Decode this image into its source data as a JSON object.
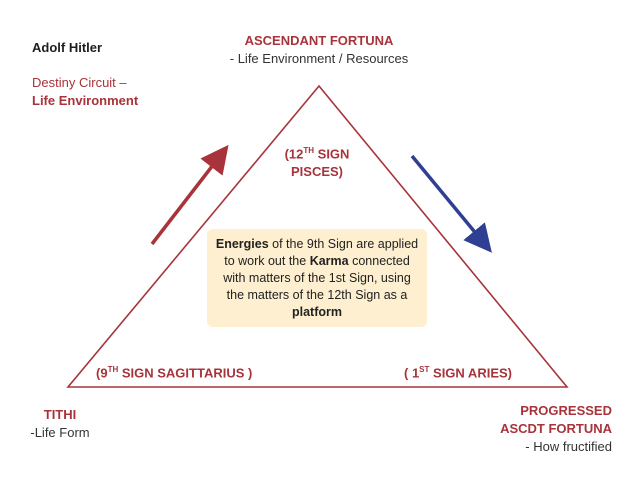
{
  "subject_name": "Adolf Hitler",
  "circuit": {
    "line1": "Destiny Circuit –",
    "line2": "Life Environment"
  },
  "top": {
    "title": "ASCENDANT FORTUNA",
    "subtitle": "- Life Environment / Resources"
  },
  "apex_sign": {
    "prefix": "(12",
    "suffix": "TH",
    "line1_rest": " SIGN",
    "line2": "PISCES)"
  },
  "left_sign": {
    "prefix": "(9",
    "suffix": "TH",
    "rest": " SIGN SAGITTARIUS )"
  },
  "right_sign": {
    "prefix": "( 1",
    "suffix": "ST",
    "rest": " SIGN ARIES)"
  },
  "tithi": {
    "title": "TITHI",
    "subtitle": "-Life Form"
  },
  "progressed": {
    "line1": "PROGRESSED",
    "line2": "ASCDT FORTUNA",
    "subtitle": "- How fructified"
  },
  "energy": {
    "b1": "Energies",
    "t1": " of the 9th  Sign are applied to work out the ",
    "b2": "Karma",
    "t2": " connected with matters of the 1st Sign, using the matters of the 12th  Sign as a ",
    "b3": "platform"
  },
  "colors": {
    "accent_red": "#a8333a",
    "arrow_blue": "#2f3f94",
    "box_fill": "#fdefcf"
  }
}
